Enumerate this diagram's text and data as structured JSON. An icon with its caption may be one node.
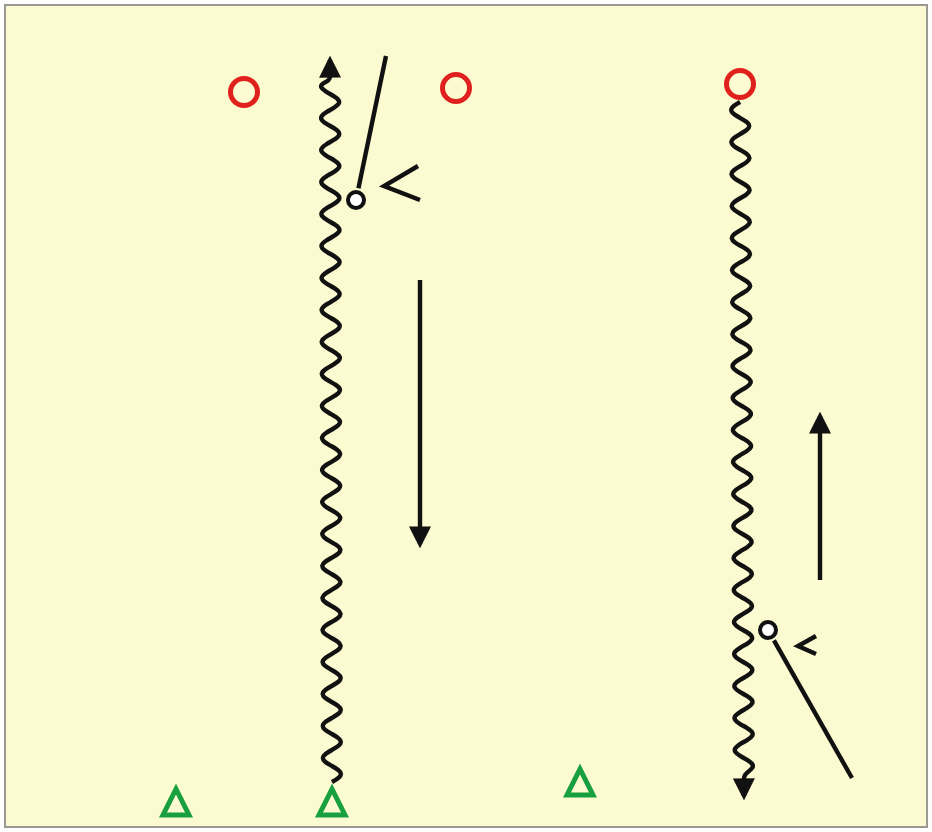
{
  "diagram": {
    "nodes": [
      {
        "text": [],
        "shape": "circle"
      },
      {
        "text": [],
        "shape": "circle"
      },
      {
        "text": [],
        "shape": "circle"
      },
      {
        "text": [],
        "shape": "triangle"
      },
      {
        "text": [],
        "shape": "triangle"
      },
      {
        "text": [],
        "shape": "triangle"
      },
      {
        "text": [],
        "shape": "circle"
      },
      {
        "text": [],
        "shape": "circle"
      }
    ],
    "edges": [
      {
        "from": 4,
        "to": null,
        "arrow": "to"
      },
      {
        "from": 2,
        "to": null,
        "arrow": "to"
      },
      {
        "from": null,
        "to": 6,
        "arrow": "none"
      },
      {
        "from": 7,
        "to": null,
        "arrow": "none"
      }
    ]
  }
}
